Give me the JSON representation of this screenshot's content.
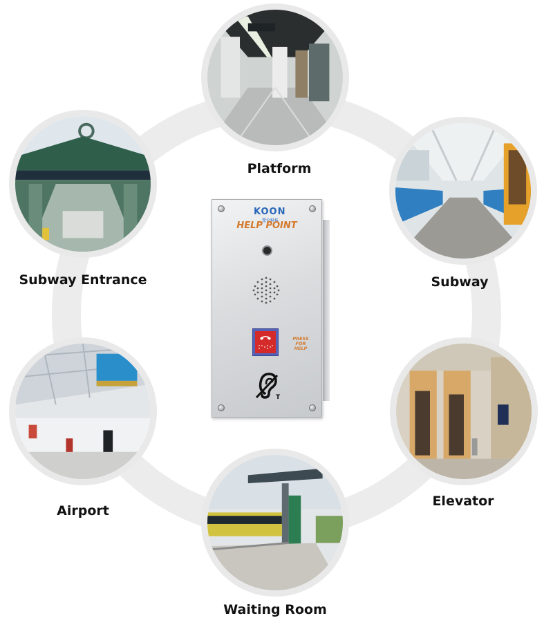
{
  "device": {
    "brand_logo": "KOON",
    "brand_sub": "昆仑科技",
    "title": "HELP POINT",
    "press_line1": "PRESS",
    "press_line2": "FOR",
    "press_line3": "HELP",
    "hearing_loop_letter": "T",
    "panel_color": "#d8dadc",
    "title_color": "#d3792b",
    "button_color": "#d42a2a"
  },
  "locations": [
    {
      "label": "Platform"
    },
    {
      "label": "Subway"
    },
    {
      "label": "Elevator"
    },
    {
      "label": "Waiting Room"
    },
    {
      "label": "Airport"
    },
    {
      "label": "Subway Entrance"
    }
  ]
}
